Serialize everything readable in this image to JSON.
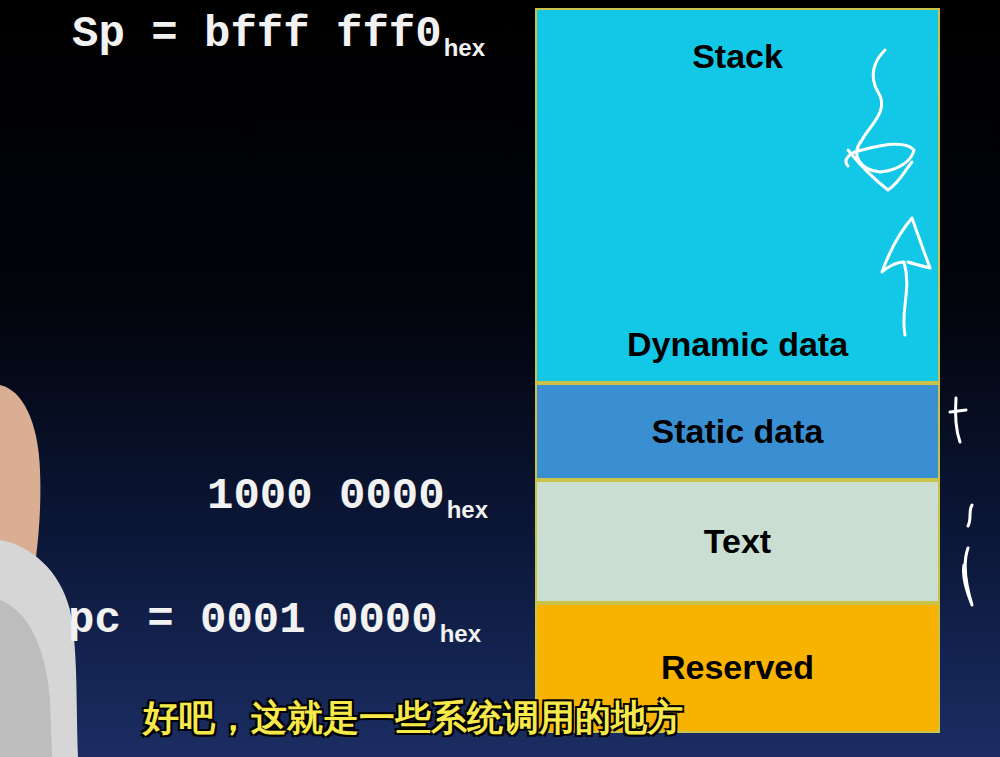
{
  "diagram": {
    "nodes": [
      {
        "text": [
          "Stack",
          "Dynamic data"
        ]
      },
      {
        "text": [
          "Static data"
        ]
      },
      {
        "text": [
          "Text"
        ]
      },
      {
        "text": [
          "Reserved"
        ]
      }
    ],
    "labels": [
      "Sp = bfff fff0",
      "hex",
      "1000 0000",
      "hex",
      "pc = 0001 0000",
      "hex",
      "好吧，这就是一些系统调用的地方"
    ]
  }
}
